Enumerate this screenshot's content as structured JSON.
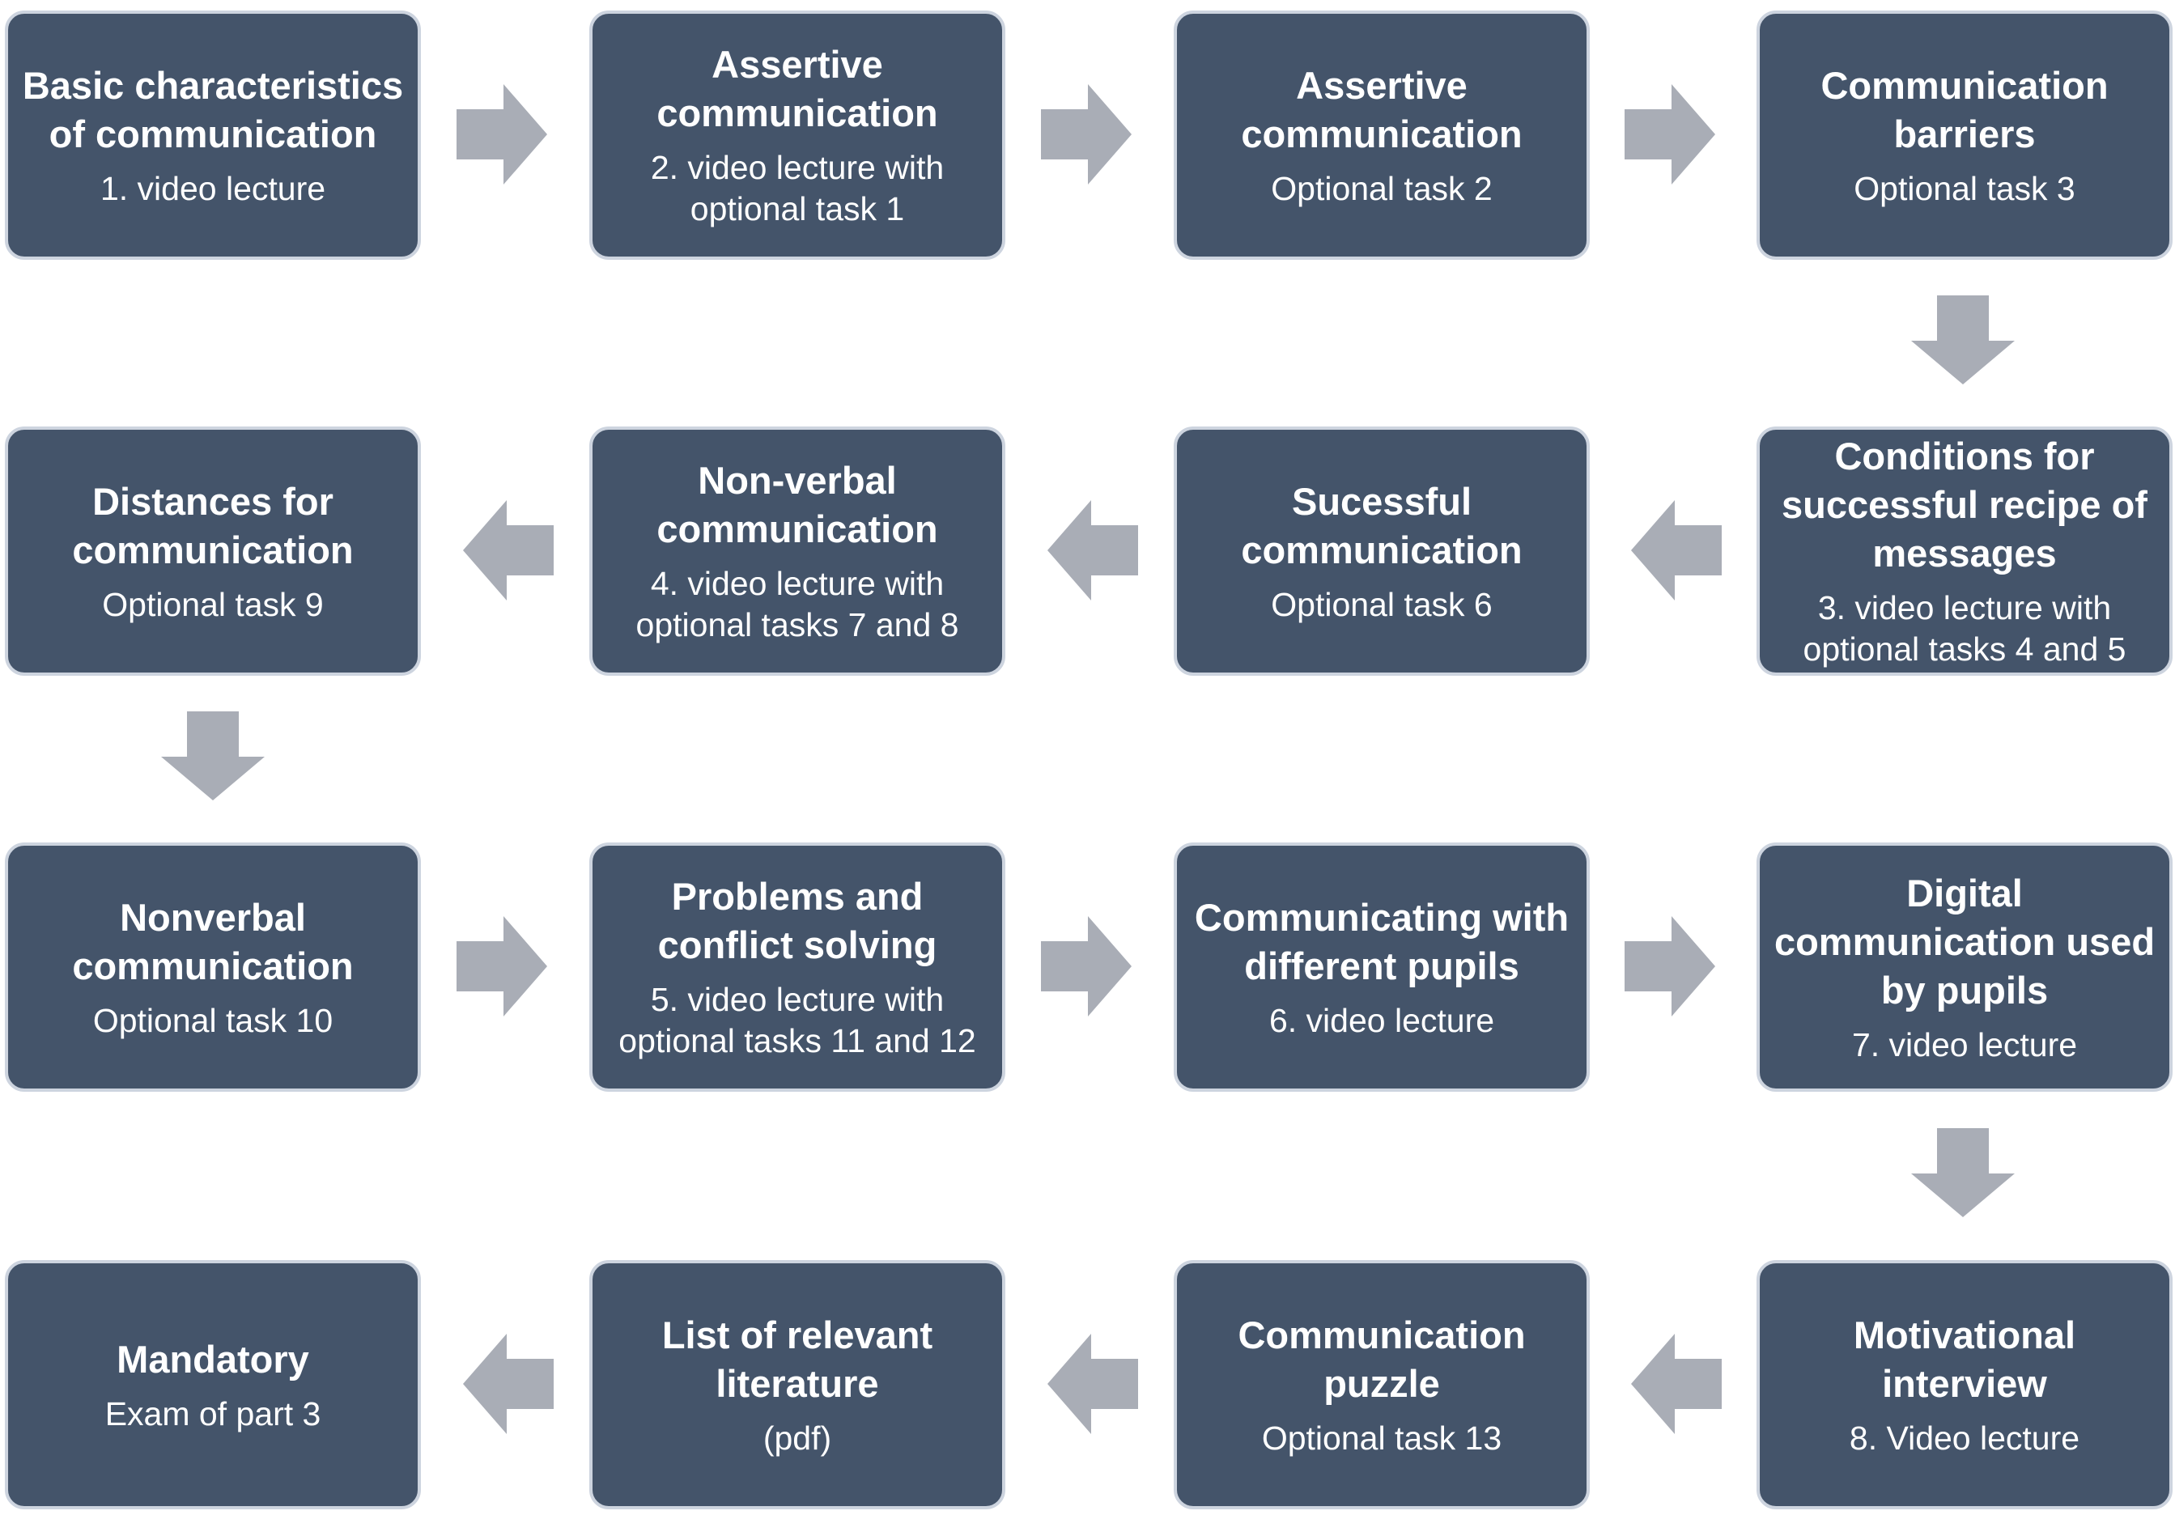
{
  "steps": [
    {
      "title": "Basic characteristics of communication",
      "subtitle": "1. video lecture"
    },
    {
      "title": "Assertive communication",
      "subtitle": "2. video lecture with optional task 1"
    },
    {
      "title": "Assertive communication",
      "subtitle": "Optional task 2"
    },
    {
      "title": "Communication barriers",
      "subtitle": "Optional task 3"
    },
    {
      "title": "Conditions for successful recipe of messages",
      "subtitle": "3. video lecture with optional tasks 4 and 5"
    },
    {
      "title": "Sucessful communication",
      "subtitle": "Optional task 6"
    },
    {
      "title": "Non-verbal communication",
      "subtitle": "4. video lecture with optional tasks 7 and 8"
    },
    {
      "title": "Distances for communication",
      "subtitle": "Optional task 9"
    },
    {
      "title": "Nonverbal communication",
      "subtitle": "Optional task 10"
    },
    {
      "title": "Problems and conflict solving",
      "subtitle": "5. video lecture with optional tasks 11 and 12"
    },
    {
      "title": "Communicating with different pupils",
      "subtitle": "6. video lecture"
    },
    {
      "title": "Digital communication used by pupils",
      "subtitle": "7. video lecture"
    },
    {
      "title": "Motivational interview",
      "subtitle": "8. Video lecture"
    },
    {
      "title": "Communication puzzle",
      "subtitle": "Optional task 13"
    },
    {
      "title": "List of relevant literature",
      "subtitle": "(pdf)"
    },
    {
      "title": "Mandatory",
      "subtitle": "Exam of part 3"
    }
  ],
  "colors": {
    "box_fill": "#44546a",
    "box_border": "#cdd4df",
    "arrow": "#a9adb6",
    "text": "#ffffff"
  },
  "arrow_icon": "block-arrow"
}
